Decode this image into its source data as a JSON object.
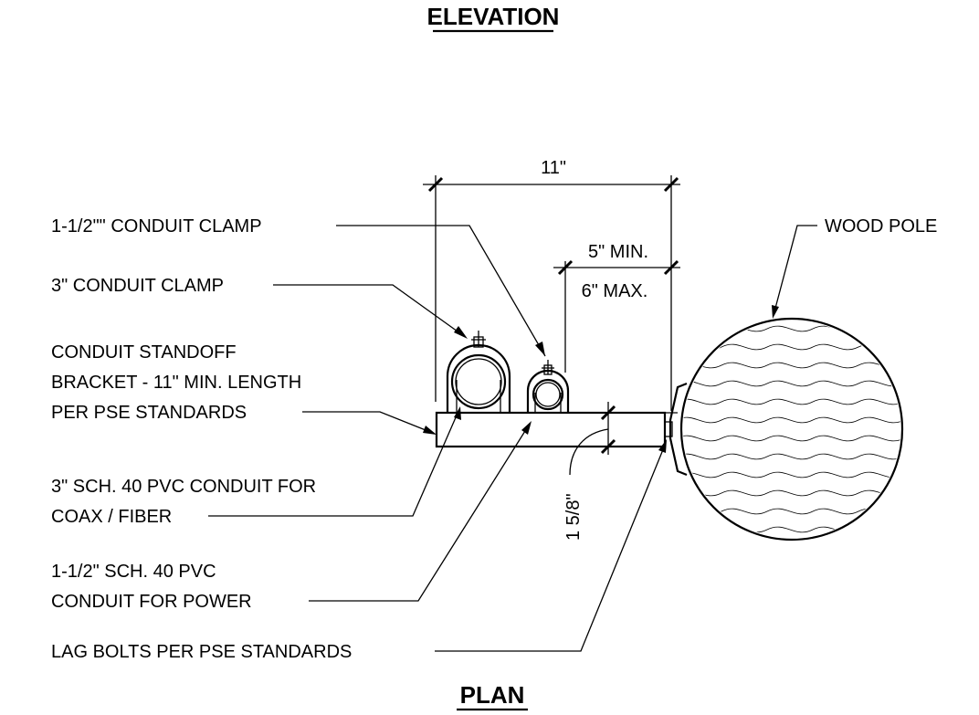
{
  "titles": {
    "top": "ELEVATION",
    "bottom": "PLAN"
  },
  "dimensions": {
    "overall": "11\"",
    "min": "5\" MIN.",
    "max": "6\" MAX.",
    "bracket_depth": "1 5/8\""
  },
  "labels": {
    "small_clamp": "1-1/2\"\" CONDUIT CLAMP",
    "large_clamp": "3\" CONDUIT CLAMP",
    "bracket_line1": "CONDUIT STANDOFF",
    "bracket_line2": "BRACKET - 11\" MIN. LENGTH",
    "bracket_line3": "PER PSE STANDARDS",
    "coax_line1": "3\" SCH. 40 PVC CONDUIT FOR",
    "coax_line2": "COAX / FIBER",
    "power_line1": "1-1/2\" SCH. 40 PVC",
    "power_line2": "CONDUIT FOR POWER",
    "lag_bolts": "LAG BOLTS PER PSE STANDARDS",
    "wood_pole": "WOOD POLE"
  },
  "colors": {
    "line": "#000000",
    "background": "#ffffff"
  }
}
